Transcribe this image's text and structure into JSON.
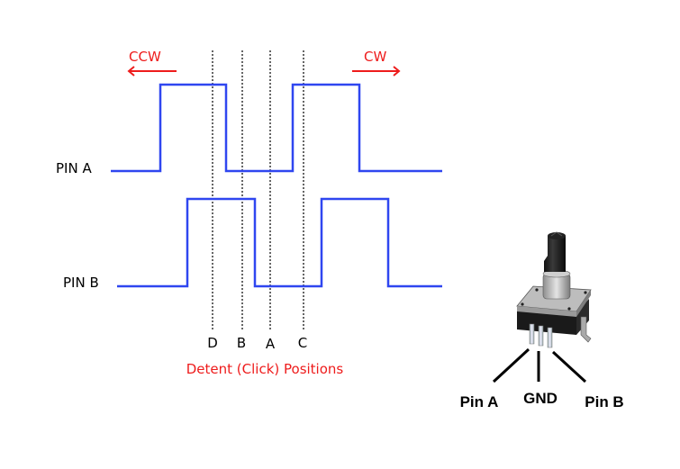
{
  "diagram": {
    "direction": {
      "ccw": "CCW",
      "cw": "CW"
    },
    "signals": [
      {
        "name": "PIN A",
        "levels": [
          0,
          1,
          0,
          1,
          0
        ]
      },
      {
        "name": "PIN B",
        "levels": [
          0,
          1,
          0,
          1,
          0
        ]
      }
    ],
    "detents": [
      "D",
      "B",
      "A",
      "C"
    ],
    "detent_caption": "Detent (Click) Positions",
    "component": {
      "pins": [
        "Pin A",
        "GND",
        "Pin B"
      ]
    },
    "colors": {
      "signal": "#2f46f0",
      "accent": "#ee1c1c",
      "text": "#000000",
      "guide": "#333333"
    }
  }
}
